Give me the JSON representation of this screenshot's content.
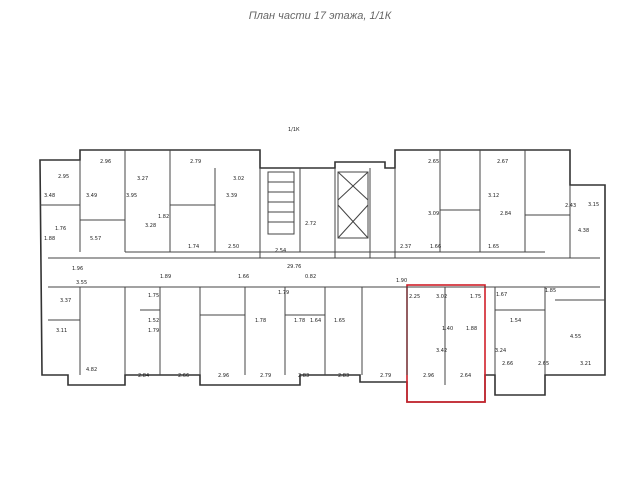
{
  "title": "План части 17 этажа, 1/1К",
  "section_label": "1/1К",
  "highlight_color": "#d0202a",
  "wall_color": "#333333",
  "dimension_labels": {
    "d1": "2.96",
    "d2": "2.79",
    "d3": "2.65",
    "d4": "2.67",
    "d5": "3.27",
    "d6": "3.02",
    "d7": "3.49",
    "d8": "3.95",
    "d9": "3.28",
    "d10": "5.57",
    "d11": "1.76",
    "d12": "2.95",
    "d13": "1.88",
    "d14": "3.48",
    "d15": "2.72",
    "d16": "2.54",
    "d17": "29.76",
    "d18": "1.89",
    "d19": "1.66",
    "d20": "0.82",
    "d21": "1.90",
    "d22": "1.79",
    "d23": "2.25",
    "d24": "3.02",
    "d25": "1.75",
    "d26": "3.11",
    "d27": "1.40",
    "d28": "1.88",
    "d29": "3.42",
    "d30": "2.96",
    "d31": "2.64",
    "d32": "4.82",
    "d33": "2.84",
    "d34": "2.66",
    "d35": "2.96",
    "d36": "2.79",
    "d37": "2.83",
    "d38": "2.83",
    "d39": "2.79",
    "d40": "2.66",
    "d41": "2.65",
    "d42": "3.21",
    "d43": "3.55",
    "d44": "3.37",
    "d45": "1.82",
    "d46": "1.96",
    "d47": "1.52",
    "d48": "1.79",
    "d49": "1.75",
    "d50": "1.67",
    "d51": "1.54",
    "d52": "1.85",
    "d53": "3.24",
    "d54": "4.55",
    "d55": "4.38",
    "d56": "3.15",
    "d57": "2.43",
    "d58": "3.12",
    "d59": "2.84",
    "d60": "1.66",
    "d61": "1.65",
    "d62": "2.37",
    "d63": "1.74",
    "d64": "2.50",
    "d65": "1.78",
    "d66": "1.64",
    "d67": "1.65",
    "d68": "1.78",
    "d69": "3.39",
    "d70": "3.09"
  }
}
